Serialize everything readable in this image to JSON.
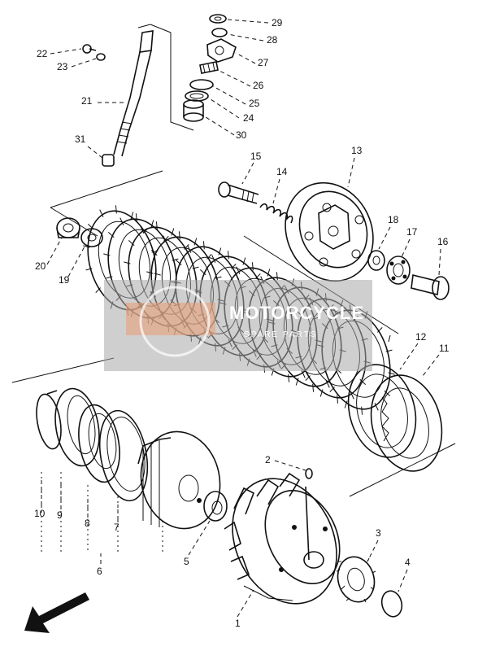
{
  "callouts": [
    "1",
    "2",
    "3",
    "4",
    "5",
    "6",
    "7",
    "8",
    "9",
    "10",
    "11",
    "12",
    "13",
    "14",
    "15",
    "16",
    "17",
    "18",
    "19",
    "20",
    "21",
    "22",
    "23",
    "24",
    "25",
    "26",
    "27",
    "28",
    "29",
    "30",
    "31"
  ],
  "watermark": {
    "text": "MOTORCYCLE",
    "subtext": "SPARE PARTS"
  },
  "colors": {
    "line": "#111111",
    "watermark_box": "#a8a8a8",
    "watermark_accent": "#e8a07a"
  },
  "icons": {
    "direction_arrow": "front-direction-arrow-icon"
  }
}
